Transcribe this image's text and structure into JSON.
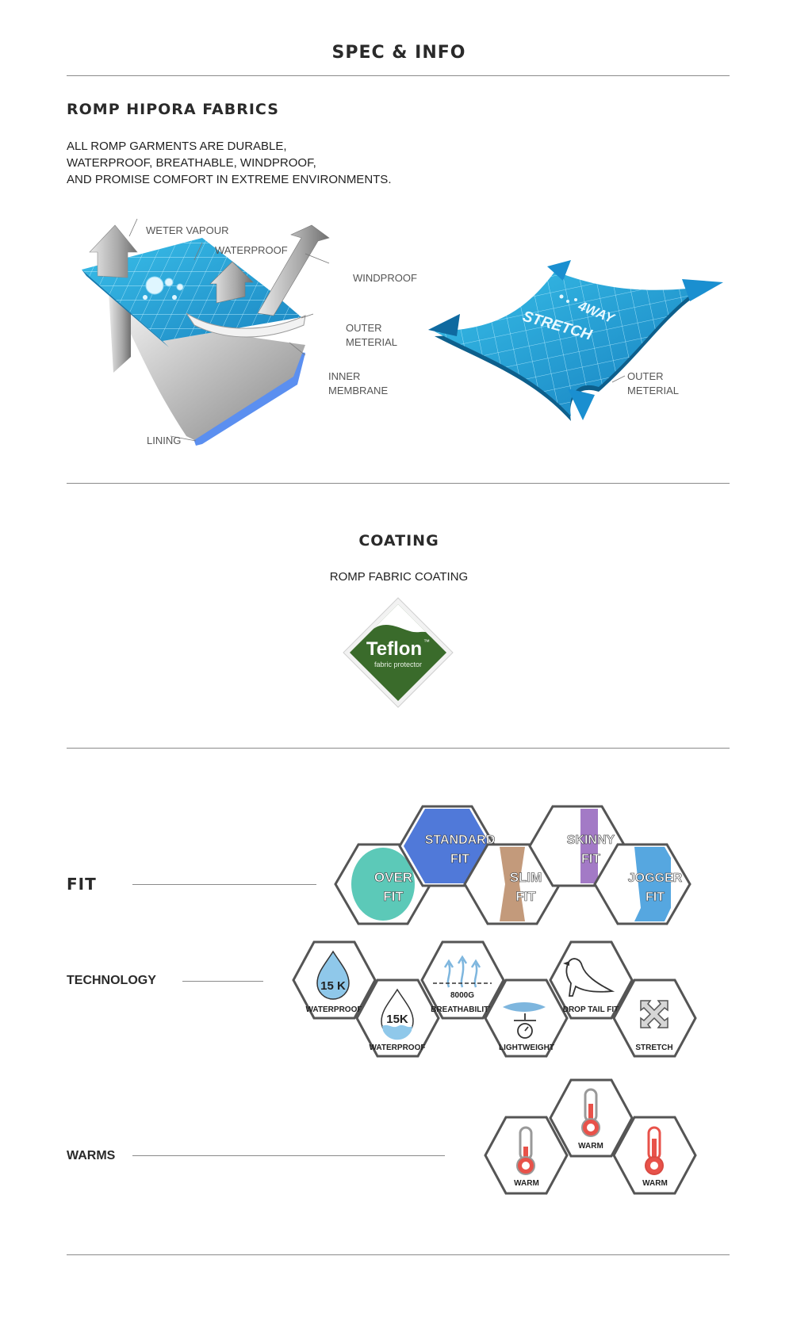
{
  "page": {
    "title": "SPEC & INFO"
  },
  "fabrics": {
    "heading": "ROMP HIPORA FABRICS",
    "intro_lines": [
      "ALL ROMP GARMENTS ARE DURABLE,",
      "WATERPROOF, BREATHABLE, WINDPROOF,",
      "AND PROMISE COMFORT IN EXTREME ENVIRONMENTS."
    ],
    "layer_diagram": {
      "vapour": "WETER VAPOUR",
      "waterproof": "WATERPROOF",
      "windproof": "WINDPROOF",
      "outer_1": "OUTER",
      "outer_2": "METERIAL",
      "inner_1": "INNER",
      "inner_2": "MEMBRANE",
      "lining": "LINING"
    },
    "stretch_diagram": {
      "line1": "4WAY",
      "line2": "STRETCH",
      "outer_1": "OUTER",
      "outer_2": "METERIAL"
    }
  },
  "coating": {
    "heading": "COATING",
    "subheading": "ROMP FABRIC COATING",
    "badge_brand": "Teflon",
    "badge_tm": "™",
    "badge_tagline": "fabric protector"
  },
  "fit": {
    "label": "FIT",
    "items": [
      {
        "line1": "OVER",
        "line2": "FIT",
        "color": "#5cc9b8"
      },
      {
        "line1": "STANDARD",
        "line2": "FIT",
        "color": "#5079d9"
      },
      {
        "line1": "SLIM",
        "line2": "FIT",
        "color": "#c39a7b"
      },
      {
        "line1": "SKINNY",
        "line2": "FIT",
        "color": "#a37ac6"
      },
      {
        "line1": "JOGGER",
        "line2": "FIT",
        "color": "#56a7e0"
      }
    ]
  },
  "technology": {
    "label": "TECHNOLOGY",
    "items": [
      {
        "value": "15 K",
        "caption": "WATERPROOF"
      },
      {
        "value": "15K",
        "caption": "WATERPROOF"
      },
      {
        "value": "8000G",
        "caption": "BREATHABILITY"
      },
      {
        "caption": "LIGHTWEIGHT"
      },
      {
        "caption": "DROP TAIL FIT"
      },
      {
        "caption": "STRETCH"
      }
    ]
  },
  "warms": {
    "label": "WARMS",
    "items": [
      {
        "caption": "WARM"
      },
      {
        "caption": "WARM"
      },
      {
        "caption": "WARM"
      }
    ]
  },
  "colors": {
    "rule": "#8a8a8a",
    "fabric_blue": "#2aa9d8",
    "teflon_green": "#3a6b2b",
    "thermo_red": "#e8524a",
    "hex_stroke": "#555555"
  }
}
